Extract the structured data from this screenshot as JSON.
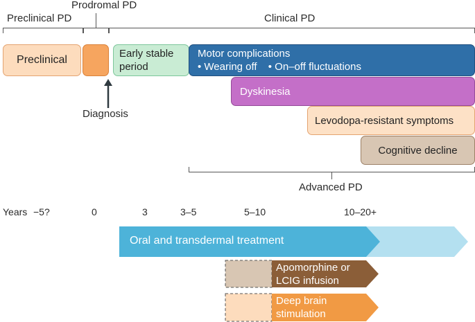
{
  "phases": {
    "preclinical_pd": "Preclinical PD",
    "prodromal_pd": "Prodromal PD",
    "clinical_pd": "Clinical PD",
    "advanced_pd": "Advanced PD"
  },
  "bars": {
    "preclinical": "Preclinical",
    "early_stable_line1": "Early stable",
    "early_stable_line2": "period",
    "motor_title": "Motor complications",
    "motor_bullet1": "• Wearing off",
    "motor_bullet2": "• On–off fluctuations",
    "dyskinesia": "Dyskinesia",
    "levodopa_resistant": "Levodopa-resistant symptoms",
    "cognitive_decline": "Cognitive decline"
  },
  "diagnosis_label": "Diagnosis",
  "years": {
    "label": "Years",
    "ticks": [
      "−5?",
      "0",
      "3",
      "3–5",
      "5–10",
      "10–20+"
    ]
  },
  "treatments": {
    "oral": "Oral and transdermal treatment",
    "apomorphine_line1": "Apomorphine or",
    "apomorphine_line2": "LCIG infusion",
    "dbs_line1": "Deep brain",
    "dbs_line2": "stimulation"
  },
  "colors": {
    "preclinical": "#fddcbd",
    "prodromal": "#f6a55f",
    "early_stable": "#c9ecd4",
    "motor": "#2f6fa8",
    "dyskinesia": "#c46fc8",
    "levodopa": "#fde1c6",
    "cognitive": "#d8c6b3",
    "oral": "#4db3d9",
    "oral_light": "#b4e0f0",
    "apomorphine": "#8b5e38",
    "dbs": "#f19a44"
  }
}
